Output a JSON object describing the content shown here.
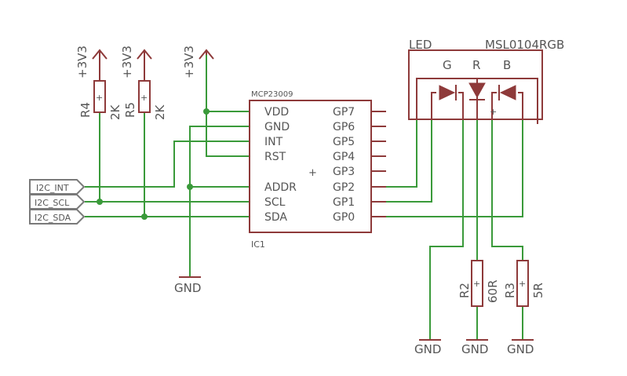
{
  "colors": {
    "symbol": "#8e3a3a",
    "wire": "#3a9a3a",
    "text": "#555555",
    "port": "#7a7a7a"
  },
  "supply_label": "+3V3",
  "ground_label": "GND",
  "pullups": [
    {
      "name": "R4",
      "value": "2K"
    },
    {
      "name": "R5",
      "value": "2K"
    }
  ],
  "ports": [
    "I2C_INT",
    "I2C_SCL",
    "I2C_SDA"
  ],
  "ic": {
    "part": "MCP23009",
    "name": "IC1",
    "left_pins": [
      "VDD",
      "GND",
      "INT",
      "RST",
      "ADDR",
      "SCL",
      "SDA"
    ],
    "right_pins": [
      "GP7",
      "GP6",
      "GP5",
      "GP4",
      "GP3",
      "GP2",
      "GP1",
      "GP0"
    ]
  },
  "led": {
    "name": "LED",
    "part": "MSL0104RGB",
    "channels": [
      "G",
      "R",
      "B"
    ]
  },
  "led_resistors": [
    {
      "name": "R2",
      "value": "60R"
    },
    {
      "name": "R3",
      "value": "5R"
    }
  ]
}
